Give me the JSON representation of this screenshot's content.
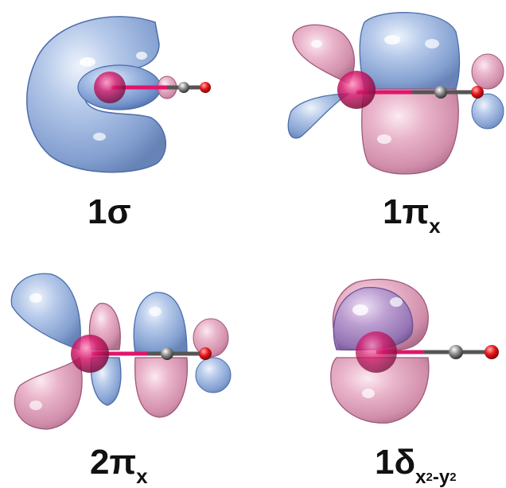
{
  "colors": {
    "positive_lobe": "#7f9fd4",
    "negative_lobe": "#d67fa2",
    "metal_atom": "#d4186a",
    "carbon_atom": "#8a8a8a",
    "oxygen_atom": "#e8161a",
    "bond_metal": "#e0156a",
    "bond_carbon": "#555555"
  },
  "panels": [
    {
      "id": "1sigma",
      "label_main": "1σ",
      "label_sub": "",
      "label_sub2": "",
      "label_sup1": "",
      "label_sup2": ""
    },
    {
      "id": "1pix",
      "label_main": "1π",
      "label_sub": "x",
      "label_sub2": "",
      "label_sup1": "",
      "label_sup2": ""
    },
    {
      "id": "2pix",
      "label_main": "2π",
      "label_sub": "x",
      "label_sub2": "",
      "label_sup1": "",
      "label_sup2": ""
    },
    {
      "id": "1delta",
      "label_main": "1δ",
      "label_sub": "x",
      "label_sub2": "-y",
      "label_sup1": "2",
      "label_sup2": "2"
    }
  ]
}
